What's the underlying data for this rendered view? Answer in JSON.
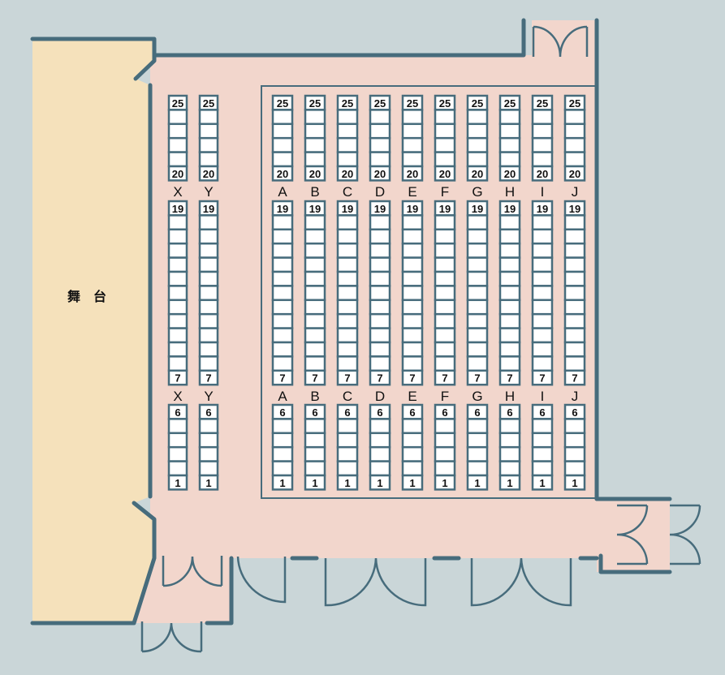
{
  "stage": {
    "label": "舞　台"
  },
  "colors": {
    "background": "#cad6d8",
    "stage": "#f5e1bb",
    "floor": "#f2d6cc",
    "wall": "#476c7c",
    "seat": "#ffffff"
  },
  "left_columns": [
    "X",
    "Y"
  ],
  "main_columns": [
    "A",
    "B",
    "C",
    "D",
    "E",
    "F",
    "G",
    "H",
    "I",
    "J"
  ],
  "blocks": [
    {
      "from": 25,
      "to": 20,
      "top_label": "25",
      "bottom_label": "20"
    },
    {
      "from": 19,
      "to": 7,
      "top_label": "19",
      "bottom_label": "7"
    },
    {
      "from": 6,
      "to": 1,
      "top_label": "6",
      "bottom_label": "1"
    }
  ]
}
